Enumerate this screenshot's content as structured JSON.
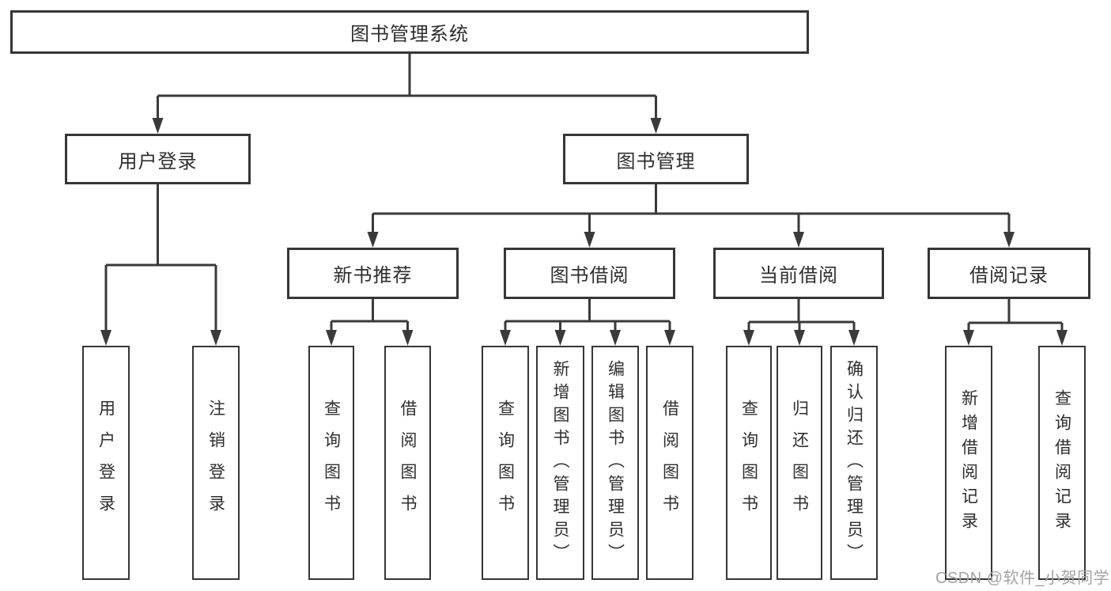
{
  "diagram": {
    "root": {
      "label": "图书管理系统"
    },
    "level2": [
      {
        "label": "用户登录",
        "children": [
          {
            "label": "用户登录"
          },
          {
            "label": "注销登录"
          }
        ]
      },
      {
        "label": "图书管理",
        "children": [
          {
            "label": "新书推荐",
            "children": [
              {
                "label": "查询图书"
              },
              {
                "label": "借阅图书"
              }
            ]
          },
          {
            "label": "图书借阅",
            "children": [
              {
                "label": "查询图书"
              },
              {
                "label": "新增图书（管理员）"
              },
              {
                "label": "编辑图书（管理员）"
              },
              {
                "label": "借阅图书"
              }
            ]
          },
          {
            "label": "当前借阅",
            "children": [
              {
                "label": "查询图书"
              },
              {
                "label": "归还图书"
              },
              {
                "label": "确认归还（管理员）"
              }
            ]
          },
          {
            "label": "借阅记录",
            "children": [
              {
                "label": "新增借阅记录"
              },
              {
                "label": "查询借阅记录"
              }
            ]
          }
        ]
      }
    ]
  },
  "watermark": {
    "text": "CSDN @软件_小贺同学"
  },
  "colors": {
    "background": "#ffffff",
    "line": "#3a3a3a",
    "box-border": "#363636",
    "box-fill": "#ffffff",
    "text": "#2e2e2e",
    "watermark": "#a3a3a3"
  }
}
